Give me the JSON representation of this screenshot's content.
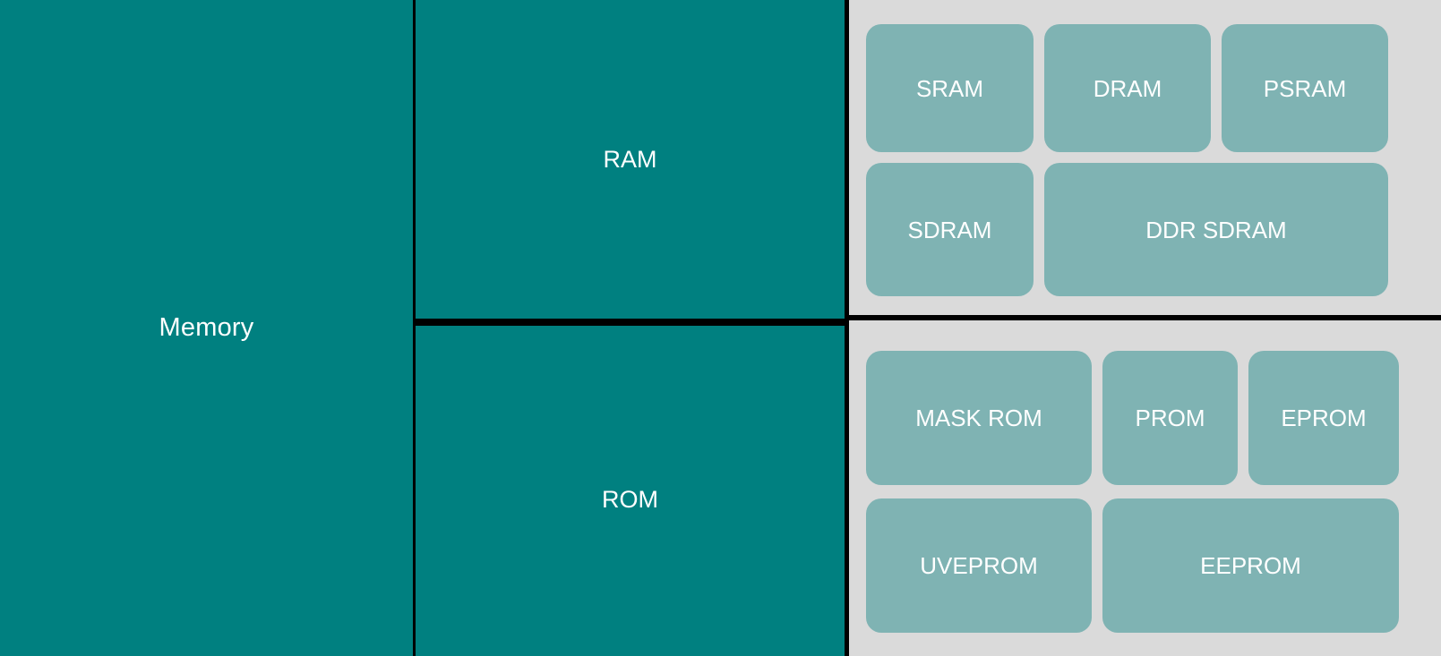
{
  "diagram": {
    "title": "Memory",
    "root": {
      "label": "Memory"
    },
    "categories": [
      {
        "label": "RAM",
        "types": [
          {
            "label": "SRAM"
          },
          {
            "label": "DRAM"
          },
          {
            "label": "PSRAM"
          },
          {
            "label": "SDRAM"
          },
          {
            "label": "DDR SDRAM"
          }
        ]
      },
      {
        "label": "ROM",
        "types": [
          {
            "label": "MASK ROM"
          },
          {
            "label": "PROM"
          },
          {
            "label": "EPROM"
          },
          {
            "label": "UVEPROM"
          },
          {
            "label": "EEPROM"
          }
        ]
      }
    ],
    "colors": {
      "root_fill": "#008080",
      "category_fill": "#008080",
      "panel_fill": "#dadada",
      "chip_fill": "#7fb3b3",
      "text": "#ffffff",
      "rule": "#000000"
    }
  }
}
